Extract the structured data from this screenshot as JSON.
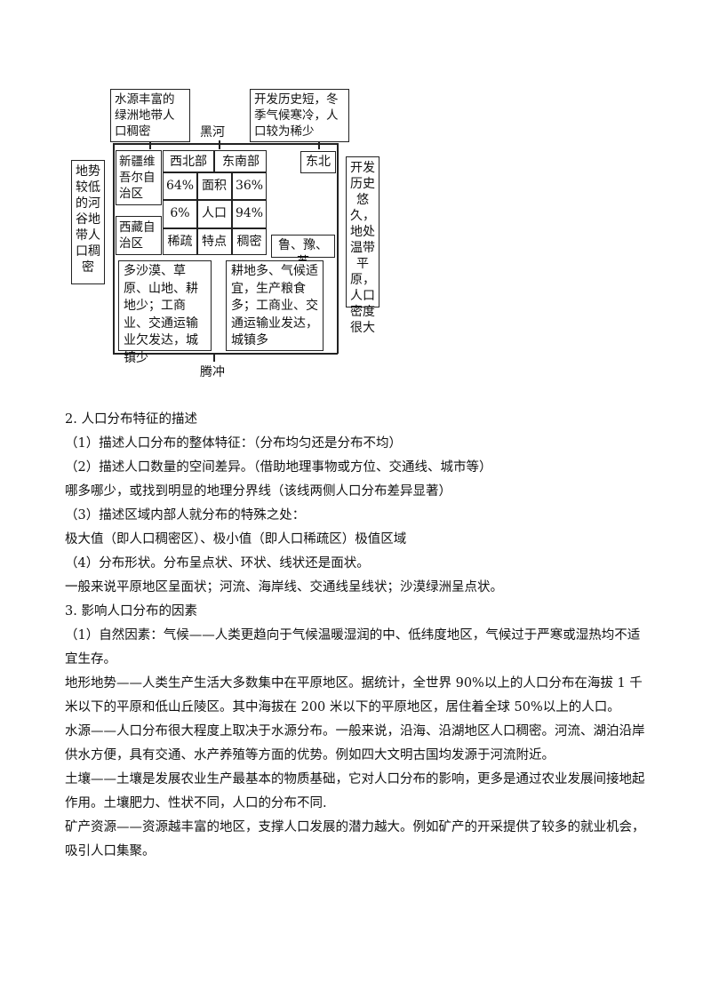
{
  "diagram": {
    "callout_water": "水源丰富的绿洲地带人口稠密",
    "callout_history": "开发历史短，冬季气候寒冷，人口较为稀少",
    "city_heihe": "黑河",
    "city_tengchong": "腾冲",
    "callout_valley": "地势较低的河谷地带人口稠密",
    "callout_plain": "开发历史悠久，地处温带平原，人口密度很大",
    "xinjiang": "新疆维吾尔自治区",
    "tibet": "西藏自治区",
    "northeast": "东北",
    "lu_yu_su": "鲁、豫、苏",
    "table": {
      "header_left": "西北部",
      "header_right": "东南部",
      "rows": [
        {
          "left": "64%",
          "mid": "面积",
          "right": "36%"
        },
        {
          "left": "6%",
          "mid": "人口",
          "right": "94%"
        },
        {
          "left": "稀疏",
          "mid": "特点",
          "right": "稠密"
        }
      ]
    },
    "nw_desc": "多沙漠、草原、山地、耕地少；工商业、交通运输业欠发达，城镇少",
    "se_desc": "耕地多、气候适宜，生产粮食多；工商业、交通运输业发达，城镇多"
  },
  "text": {
    "p1": "2. 人口分布特征的描述",
    "p2": "（1）描述人口分布的整体特征：（分布均匀还是分布不均）",
    "p3": "（2）描述人口数量的空间差异。（借助地理事物或方位、交通线、城市等）",
    "p4": "哪多哪少，或找到明显的地理分界线（该线两侧人口分布差异显著）",
    "p5": "（3）描述区域内部人就分布的特殊之处：",
    "p6": "极大值（即人口稠密区）、极小值（即人口稀疏区）极值区域",
    "p7": "（4）分布形状。分布呈点状、环状、线状还是面状。",
    "p8": "一般来说平原地区呈面状；河流、海岸线、交通线呈线状；沙漠绿洲呈点状。",
    "p9": "3. 影响人口分布的因素",
    "p10": "（1）自然因素：气候——人类更趋向于气候温暖湿润的中、低纬度地区，气候过于严寒或湿热均不适宜生存。",
    "p11": "地形地势——人类生产生活大多数集中在平原地区。据统计，全世界 90%以上的人口分布在海拔 1 千米以下的平原和低山丘陵区。其中海拔在 200 米以下的平原地区，居住着全球 50%以上的人口。",
    "p12": "水源——人口分布很大程度上取决于水源分布。一般来说，沿海、沿湖地区人口稠密。河流、湖泊沿岸供水方便，具有交通、水产养殖等方面的优势。例如四大文明古国均发源于河流附近。",
    "p13": "土壤——土壤是发展农业生产最基本的物质基础，它对人口分布的影响，更多是通过农业发展间接地起作用。土壤肥力、性状不同，人口的分布不同.",
    "p14": "矿产资源——资源越丰富的地区，支撑人口发展的潜力越大。例如矿产的开采提供了较多的就业机会，吸引人口集聚。"
  }
}
